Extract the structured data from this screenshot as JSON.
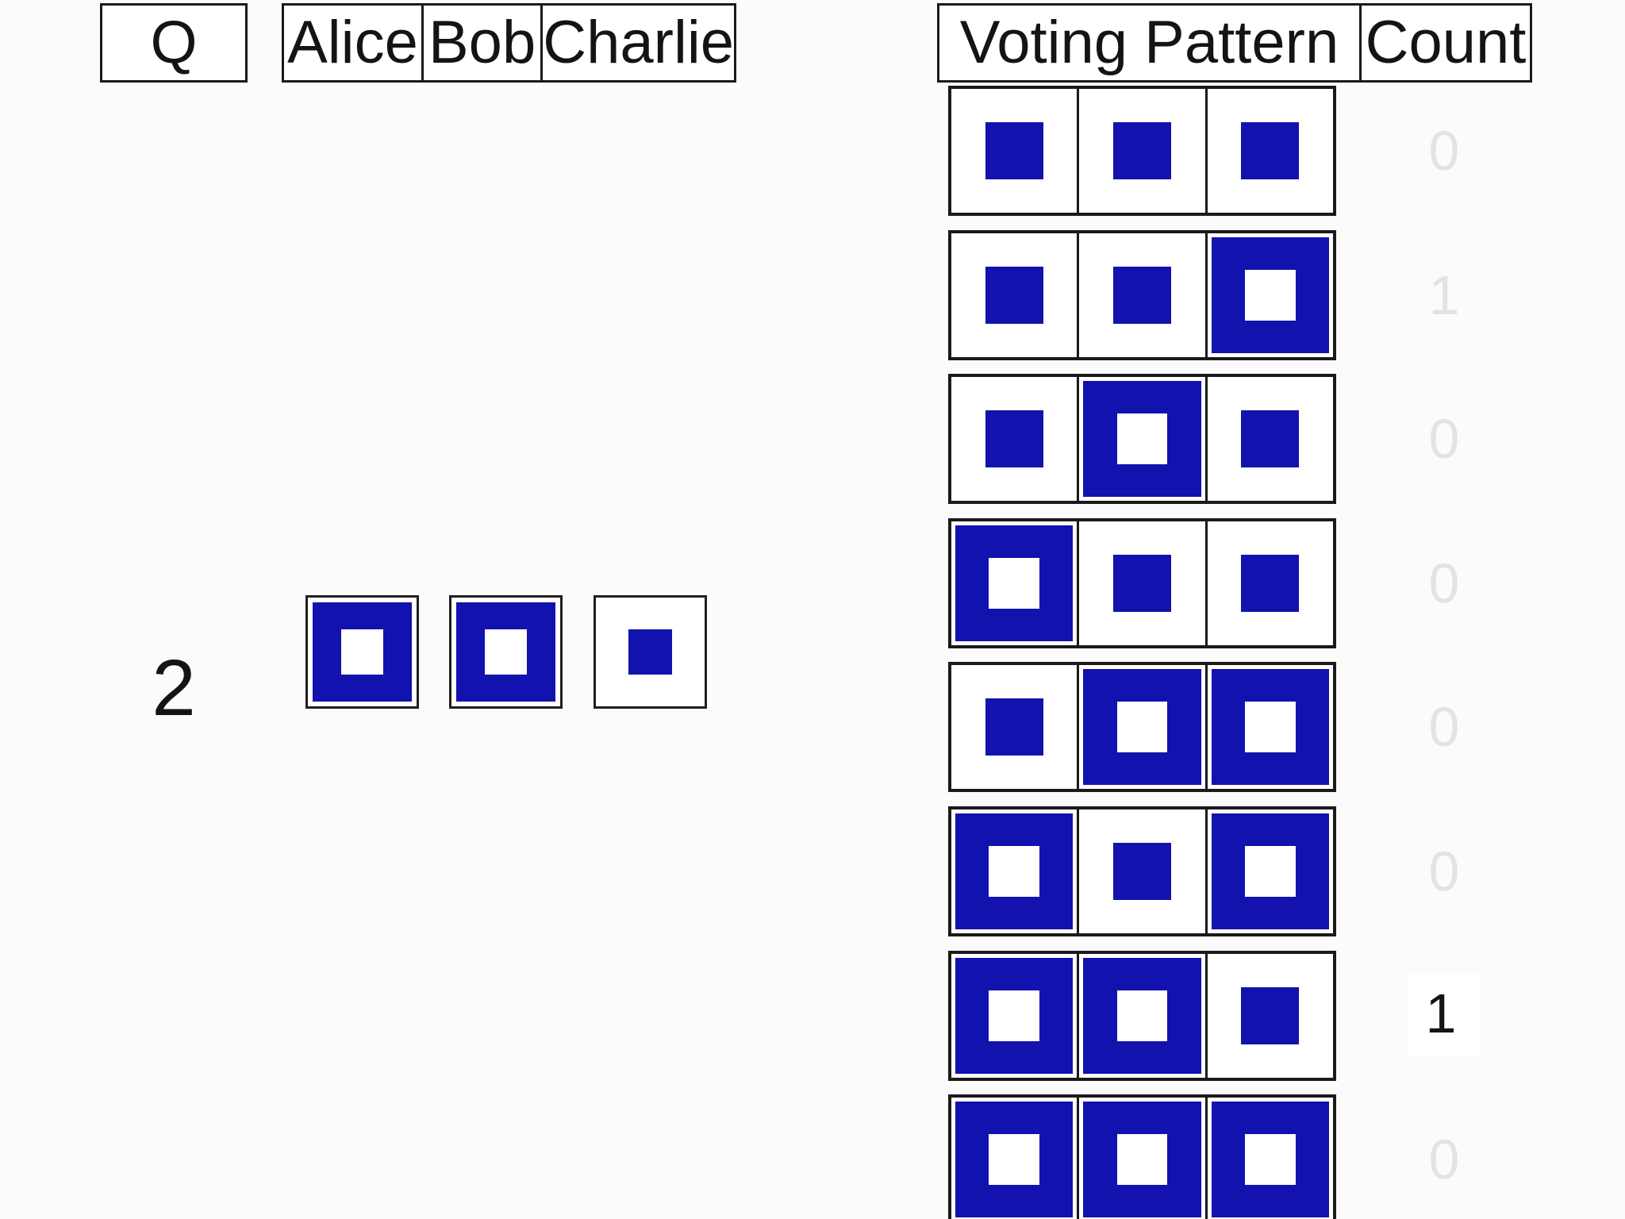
{
  "left_table": {
    "q_header": "Q",
    "voter_headers": [
      "Alice",
      "Bob",
      "Charlie"
    ],
    "row": {
      "question": "2",
      "votes": [
        {
          "voter": "Alice",
          "vote": "yes"
        },
        {
          "voter": "Bob",
          "vote": "yes"
        },
        {
          "voter": "Charlie",
          "vote": "no"
        }
      ]
    }
  },
  "right_table": {
    "pattern_header": "Voting Pattern",
    "count_header": "Count",
    "rows": [
      {
        "pattern": [
          "no",
          "no",
          "no"
        ],
        "count": "0",
        "highlight": false
      },
      {
        "pattern": [
          "no",
          "no",
          "yes"
        ],
        "count": "1",
        "highlight": false
      },
      {
        "pattern": [
          "no",
          "yes",
          "no"
        ],
        "count": "0",
        "highlight": false
      },
      {
        "pattern": [
          "yes",
          "no",
          "no"
        ],
        "count": "0",
        "highlight": false
      },
      {
        "pattern": [
          "no",
          "yes",
          "yes"
        ],
        "count": "0",
        "highlight": false
      },
      {
        "pattern": [
          "yes",
          "no",
          "yes"
        ],
        "count": "0",
        "highlight": false
      },
      {
        "pattern": [
          "yes",
          "yes",
          "no"
        ],
        "count": "1",
        "highlight": true
      },
      {
        "pattern": [
          "yes",
          "yes",
          "yes"
        ],
        "count": "0",
        "highlight": false
      }
    ]
  },
  "colors": {
    "vote_blue": "#1212ae",
    "count_dim": "#e3e3e3",
    "count_active": "#141414"
  }
}
